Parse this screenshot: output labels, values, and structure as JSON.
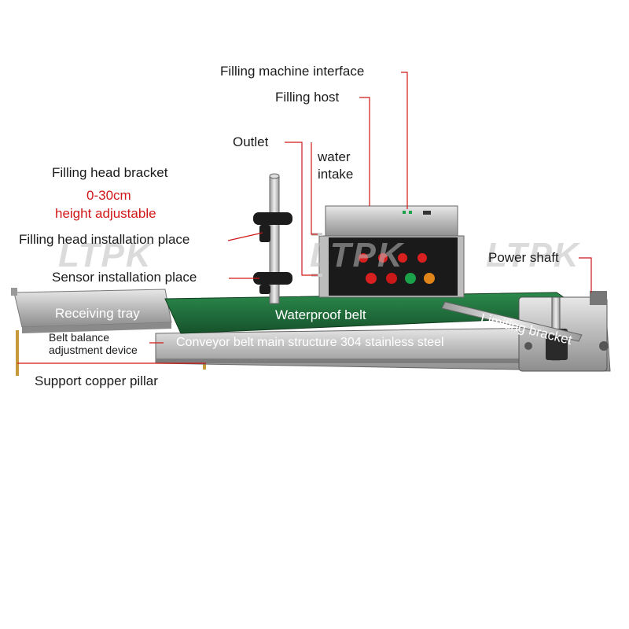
{
  "watermark": "LTPK",
  "labels": {
    "filling_machine_interface": "Filling machine interface",
    "filling_host": "Filling host",
    "outlet": "Outlet",
    "water_intake_line1": "water",
    "water_intake_line2": "intake",
    "filling_head_bracket": "Filling head bracket",
    "height_range": "0-30cm",
    "height_adjustable": "height adjustable",
    "filling_head_installation_place": "Filling head installation place",
    "sensor_installation_place": "Sensor installation place",
    "power_shaft": "Power shaft",
    "receiving_tray": "Receiving tray",
    "waterproof_belt": "Waterproof belt",
    "limiting_bracket": "Limiting bracket",
    "belt_balance_line1": "Belt balance",
    "belt_balance_line2": "adjustment device",
    "conveyor_main_structure": "Conveyor belt main structure 304 stainless steel",
    "support_copper_pillar": "Support copper pillar"
  },
  "colors": {
    "leader_line": "#d01818",
    "belt_green": "#1f6b3a",
    "stainless": "#c8c8c8",
    "control_panel": "#1a1a1a"
  }
}
